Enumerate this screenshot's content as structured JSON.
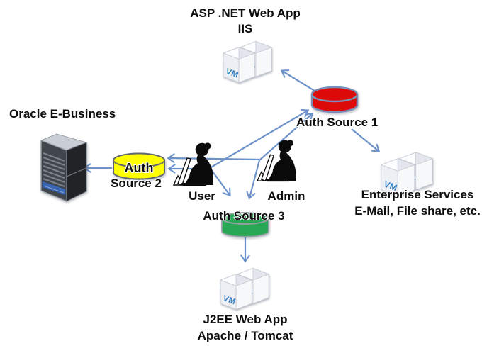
{
  "diagram_title": "Authentication sources diagram",
  "colors": {
    "arrow": "#6d92c9",
    "text": "#0d0d0d",
    "vm_text": "#2f7ac0"
  },
  "icons": {
    "vm_label": "VM"
  },
  "nodes": {
    "asp_net": {
      "title": "ASP .NET Web App",
      "subtitle": "IIS"
    },
    "oracle": {
      "title": "Oracle E-Business"
    },
    "auth_source_1": {
      "label": "Auth Source 1",
      "color": "#dd0a0a"
    },
    "auth_source_2": {
      "label": "Auth",
      "sublabel": "Source 2",
      "color": "#ffff00"
    },
    "auth_source_3": {
      "label": "Auth Source 3",
      "color": "#28a855"
    },
    "user": {
      "label": "User"
    },
    "admin": {
      "label": "Admin"
    },
    "enterprise": {
      "title": "Enterprise Services",
      "subtitle": "E-Mail, File share, etc."
    },
    "j2ee": {
      "title": "J2EE Web App",
      "subtitle": "Apache / Tomcat"
    }
  }
}
